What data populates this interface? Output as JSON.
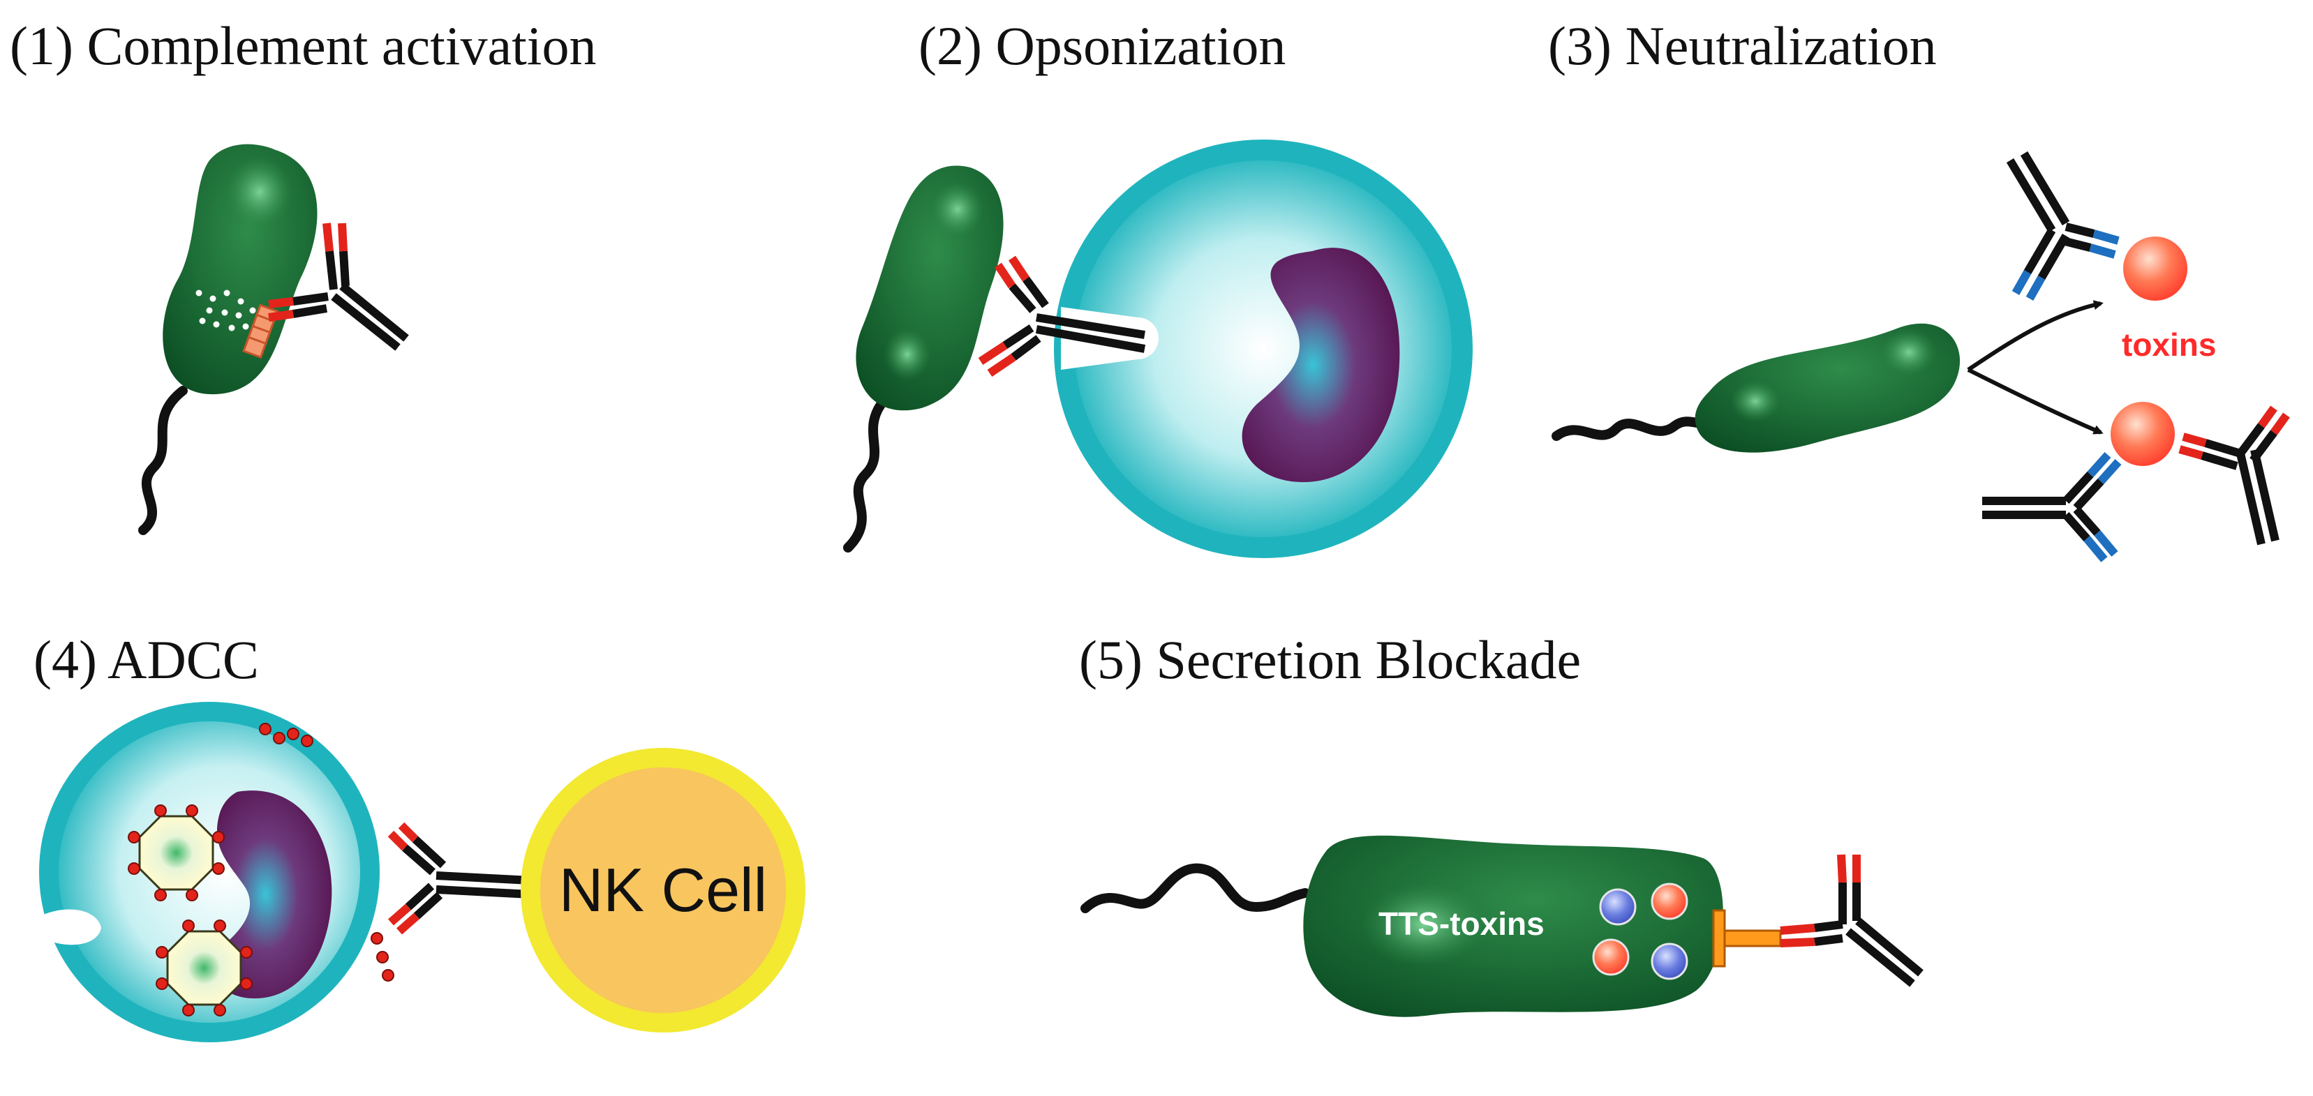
{
  "panels": [
    {
      "title": "(1) Complement activation"
    },
    {
      "title": "(2) Opsonization"
    },
    {
      "title": "(3) Neutralization"
    },
    {
      "title": "(4) ADCC"
    },
    {
      "title": "(5) Secretion Blockade"
    }
  ],
  "labels": {
    "toxins": "toxins",
    "nk_cell": "NK Cell",
    "tts_toxins": "TTS-toxins"
  },
  "colors": {
    "bacterium": "#1f7a3c",
    "bacterium_dark": "#0b4a22",
    "macrophage": "#28c0c8",
    "nucleus": "#6a1f5e",
    "nk_fill": "#f9c55e",
    "nk_ring": "#f2e930",
    "antibody": "#111111",
    "antibody_tip_red": "#e3241b",
    "antibody_tip_blue": "#1e6fbf",
    "toxin": "#ff5a3c",
    "effector": "#ff9a3c"
  }
}
